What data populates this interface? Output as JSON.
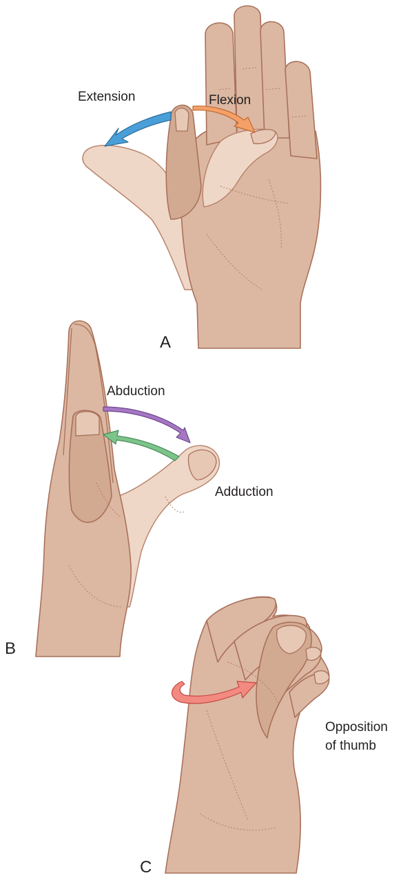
{
  "panels": {
    "a": {
      "letter": "A",
      "extension_label": "Extension",
      "flexion_label": "Flexion"
    },
    "b": {
      "letter": "B",
      "abduction_label": "Abduction",
      "adduction_label": "Adduction"
    },
    "c": {
      "letter": "C",
      "opposition_line1": "Opposition",
      "opposition_line2": "of thumb"
    }
  },
  "colors": {
    "extension_arrow": "#4a9fd8",
    "flexion_arrow": "#f4a068",
    "abduction_arrow": "#a678c4",
    "adduction_arrow": "#7cc48a",
    "opposition_arrow": "#f28a82",
    "skin": "#dcb8a2",
    "outline": "#a9705a"
  }
}
